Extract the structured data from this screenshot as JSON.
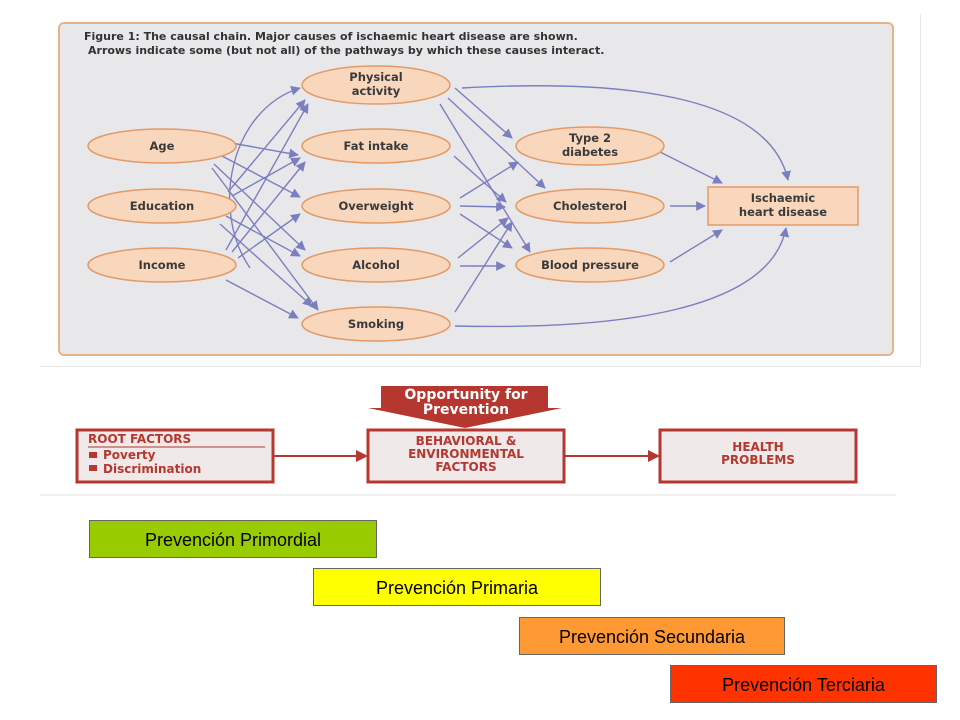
{
  "figure": {
    "caption_line1": "Figure 1: The causal chain. Major causes of ischaemic heart disease are shown.",
    "caption_line2": "Arrows indicate some (but not all) of the pathways by which these causes interact.",
    "nodes": {
      "age": "Age",
      "education": "Education",
      "income": "Income",
      "physical_activity_1": "Physical",
      "physical_activity_2": "activity",
      "fat_intake": "Fat intake",
      "overweight": "Overweight",
      "alcohol": "Alcohol",
      "smoking": "Smoking",
      "diabetes_1": "Type 2",
      "diabetes_2": "diabetes",
      "cholesterol": "Cholesterol",
      "blood_pressure": "Blood pressure",
      "ihd_1": "Ischaemic",
      "ihd_2": "heart disease"
    },
    "colors": {
      "background": "#e8e8ea",
      "border": "#e7b48a",
      "node_fill": "#f9d7bd",
      "node_stroke": "#e29a66",
      "arrow": "#7b7fc0"
    }
  },
  "prevention_banner": {
    "opportunity_1": "Opportunity for",
    "opportunity_2": "Prevention",
    "root_title": "ROOT FACTORS",
    "root_item1": "Poverty",
    "root_item2": "Discrimination",
    "behavioral_1": "BEHAVIORAL &",
    "behavioral_2": "ENVIRONMENTAL",
    "behavioral_3": "FACTORS",
    "health_1": "HEALTH",
    "health_2": "PROBLEMS",
    "colors": {
      "dark_red": "#b5372f",
      "box_fill": "#efe9ea"
    }
  },
  "levels": {
    "primordial": "Prevención Primordial",
    "primaria": "Prevención Primaria",
    "secundaria": "Prevención Secundaria",
    "terciaria": "Prevención Terciaria",
    "colors": {
      "primordial": "#99cc00",
      "primaria": "#ffff00",
      "secundaria": "#ff9933",
      "terciaria": "#ff3300"
    }
  }
}
